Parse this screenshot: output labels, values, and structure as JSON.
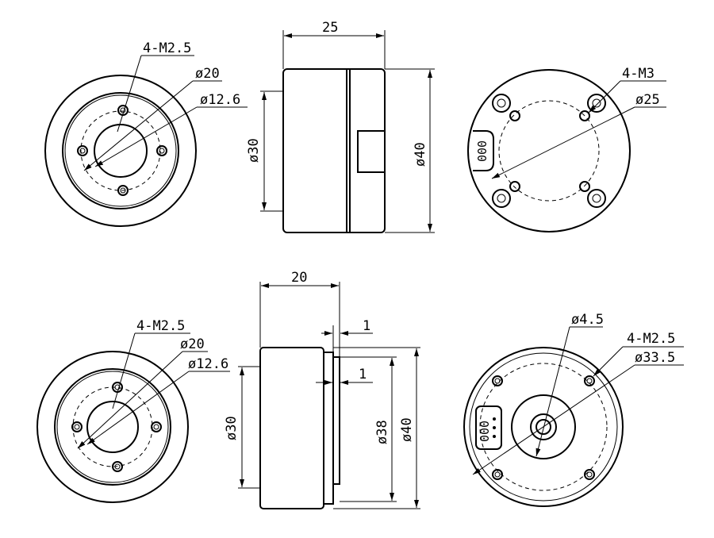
{
  "top": {
    "front_left": {
      "thread": "4-M2.5",
      "d_outer": "ø20",
      "d_inner": "ø12.6"
    },
    "side": {
      "length": "25",
      "d_small": "ø30",
      "d_large": "ø40"
    },
    "rear": {
      "thread": "4-M3",
      "d_pcd": "ø25",
      "connector": "000"
    }
  },
  "bottom": {
    "front_left": {
      "thread": "4-M2.5",
      "d_outer": "ø20",
      "d_inner": "ø12.6"
    },
    "side": {
      "length": "20",
      "gap_top": "1",
      "gap_mid": "1",
      "d_small": "ø30",
      "d_mid": "ø38",
      "d_large": "ø40"
    },
    "rear": {
      "d_hole": "ø4.5",
      "thread": "4-M2.5",
      "d_pcd": "ø33.5",
      "connector": "000"
    }
  }
}
